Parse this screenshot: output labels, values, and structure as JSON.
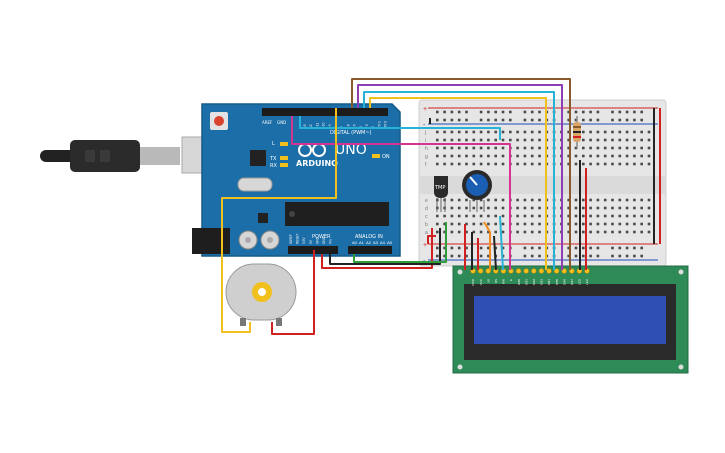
{
  "board": {
    "brand": "ARDUINO",
    "model": "UNO",
    "digital_label": "DIGITAL (PWM~)",
    "power_label": "POWER",
    "analog_label": "ANALOG IN",
    "on_label": "ON",
    "tx_label": "TX",
    "rx_label": "RX",
    "l_label": "L",
    "aref_label": "AREF",
    "gnd_label": "GND",
    "digital_pins": [
      "13",
      "12",
      "~11",
      "~10",
      "~9",
      "8",
      "7",
      "~6",
      "~5",
      "4",
      "~3",
      "2",
      "TX 1",
      "RX 0"
    ],
    "power_pins": [
      "IOREF",
      "RESET",
      "3.3V",
      "5V",
      "GND",
      "GND",
      "Vin"
    ],
    "analog_pins": [
      "A0",
      "A1",
      "A2",
      "A3",
      "A4",
      "A5"
    ]
  },
  "sensor": {
    "label": "TMP"
  },
  "breadboard": {
    "row_letters_top": [
      "j",
      "i",
      "h",
      "g",
      "f"
    ],
    "row_letters_bottom": [
      "e",
      "d",
      "c",
      "b",
      "a"
    ],
    "plus": "+",
    "minus": "-"
  },
  "lcd": {
    "pins": [
      "GND",
      "VCC",
      "V0",
      "RS",
      "RW",
      "E",
      "DB0",
      "DB1",
      "DB2",
      "DB3",
      "DB4",
      "DB5",
      "DB6",
      "DB7",
      "LED",
      "LED"
    ]
  },
  "colors": {
    "arduino_blue": "#1b6ea7",
    "breadboard": "#e6e6e6",
    "lcd_green": "#2e8b57",
    "lcd_screen": "#2f4fb5",
    "wire_red": "#d12020",
    "wire_yellow": "#f2c01d",
    "wire_brown": "#8a5a2b",
    "wire_purple": "#8e3fb4",
    "wire_cyan": "#27b3d8",
    "wire_magenta": "#d6338f",
    "wire_green": "#2f9e3a",
    "wire_orange": "#ef8a1d",
    "wire_black": "#222222"
  }
}
